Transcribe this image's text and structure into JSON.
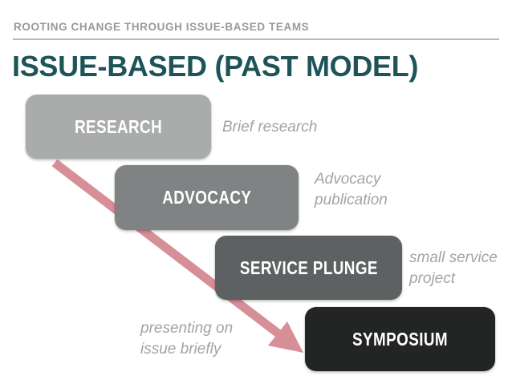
{
  "slide": {
    "kicker": "ROOTING CHANGE THROUGH ISSUE-BASED TEAMS",
    "title": "ISSUE-BASED (PAST MODEL)"
  },
  "colors": {
    "background": "#ffffff",
    "kicker_text": "#97999a",
    "divider": "#b6b8b7",
    "title_text": "#1e5459",
    "note_text": "#a2a4a3",
    "box_label_text": "#ffffff",
    "arrow": "#d68e97"
  },
  "steps": [
    {
      "label": "RESEARCH",
      "note": "Brief research",
      "box_color": "#a9acab"
    },
    {
      "label": "ADVOCACY",
      "note": "Advocacy\npublication",
      "box_color": "#7f8384"
    },
    {
      "label": "SERVICE PLUNGE",
      "note": "small service\nproject",
      "box_color": "#5d6162"
    },
    {
      "label": "SYMPOSIUM",
      "note": "presenting on\nissue briefly",
      "box_color": "#232525"
    }
  ]
}
